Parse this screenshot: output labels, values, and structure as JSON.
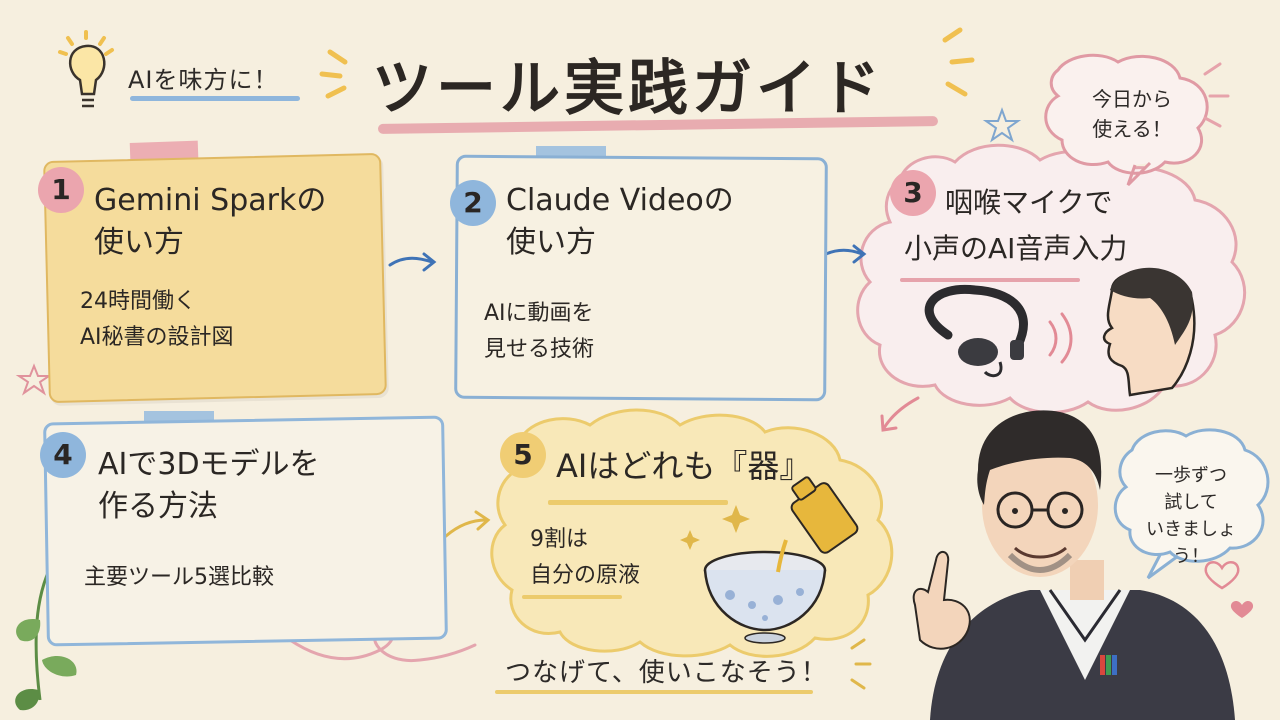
{
  "header": {
    "title": "ツール実践ガイド",
    "tagline": "AIを味方に！",
    "today_bubble": [
      "今日から",
      "使える！"
    ]
  },
  "cards": [
    {
      "number": "1",
      "title": [
        "Gemini Sparkの",
        "使い方"
      ],
      "subtitle": [
        "24時間働く",
        "AI秘書の設計図"
      ]
    },
    {
      "number": "2",
      "title": [
        "Claude Videoの",
        "使い方"
      ],
      "subtitle": [
        "AIに動画を",
        "見せる技術"
      ]
    },
    {
      "number": "3",
      "title": [
        "咽喉マイクで",
        "小声のAI音声入力"
      ],
      "subtitle": []
    },
    {
      "number": "4",
      "title": [
        "AIで3Dモデルを",
        "作る方法"
      ],
      "subtitle": [
        "主要ツール5選比較"
      ]
    },
    {
      "number": "5",
      "title": [
        "AIはどれも『器』"
      ],
      "subtitle": [
        "9割は",
        "自分の原液"
      ]
    }
  ],
  "speech_bubble": [
    "一歩ずつ",
    "試して",
    "いきましょう！"
  ],
  "footer": "つなげて、使いこなそう！",
  "colors": {
    "background": "#f6efdf",
    "pink": "#e6a3ab",
    "blue": "#8ab0d4",
    "yellow": "#f0cd74",
    "card1_fill": "#f5dc9c",
    "card5_fill": "#f8e8b8"
  },
  "icons": [
    "lightbulb-icon",
    "clock-icon",
    "video-player-icon",
    "eye-icon",
    "throat-mic-icon",
    "cube-icon",
    "bowl-icon",
    "bottle-icon",
    "star-icon",
    "heart-icon",
    "arrow-icon"
  ]
}
